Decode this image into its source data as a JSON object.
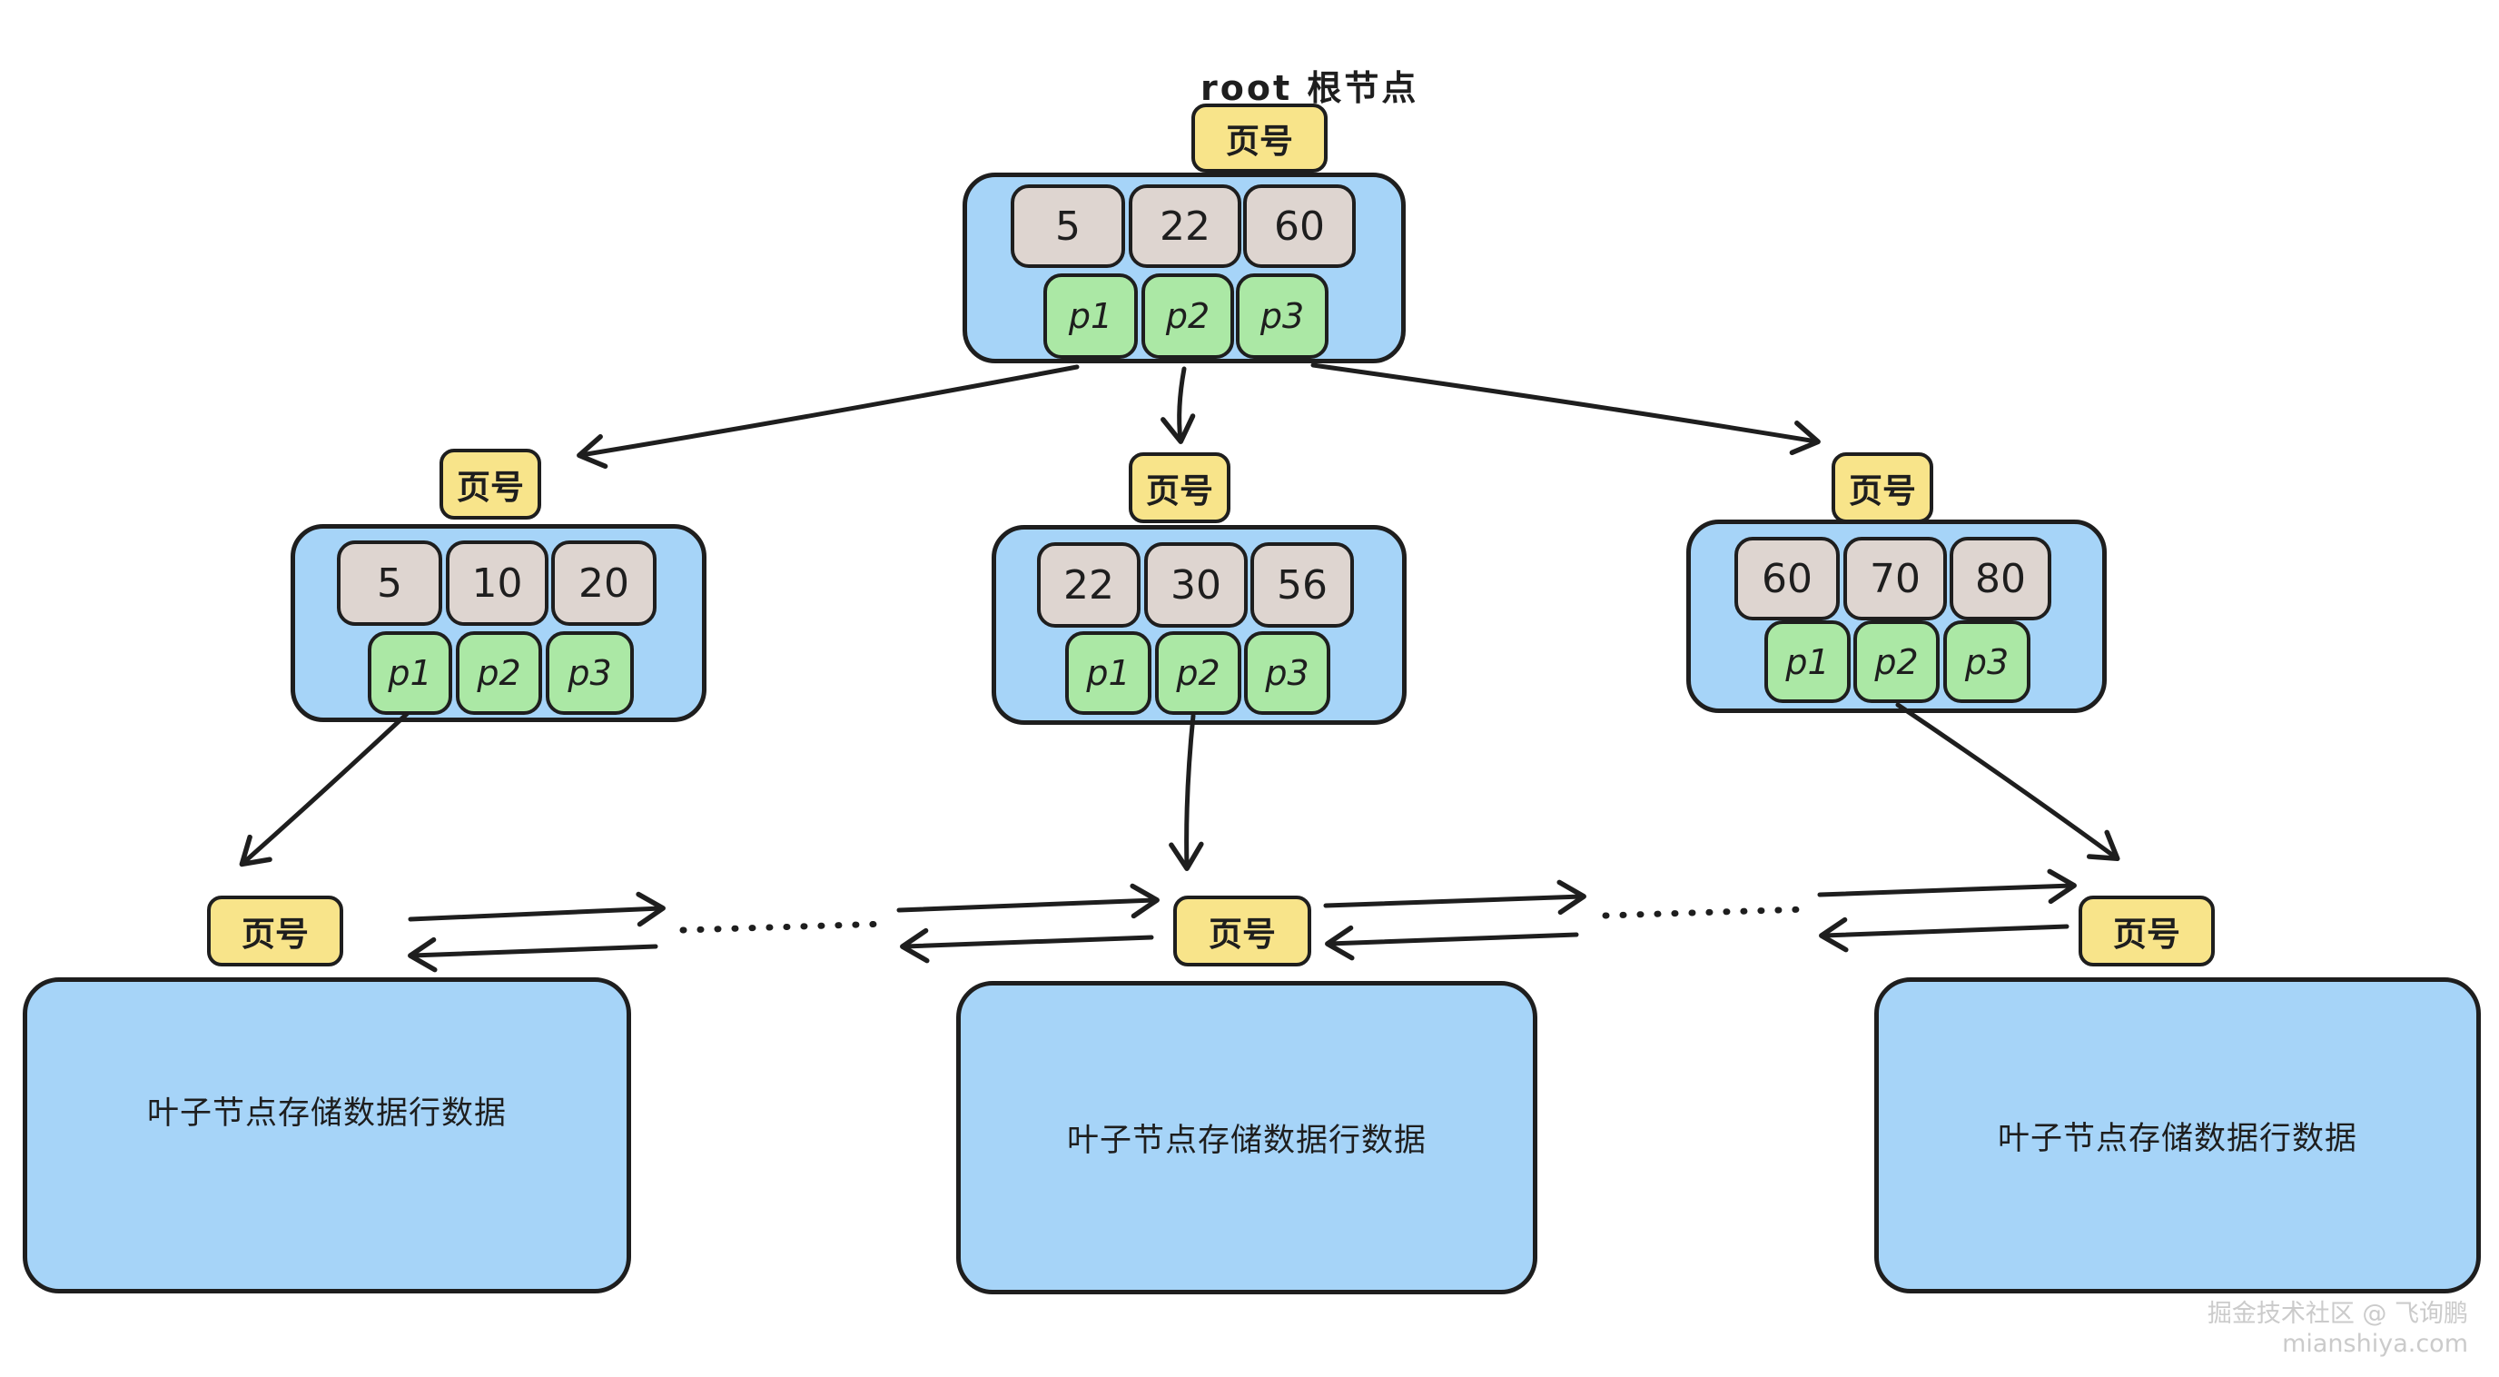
{
  "diagram": {
    "root_label": "root 根节点",
    "root": {
      "badge": "页号",
      "keys": [
        "5",
        "22",
        "60"
      ],
      "pointers": [
        "p1",
        "p2",
        "p3"
      ]
    },
    "internal_nodes": [
      {
        "badge": "页号",
        "keys": [
          "5",
          "10",
          "20"
        ],
        "pointers": [
          "p1",
          "p2",
          "p3"
        ]
      },
      {
        "badge": "页号",
        "keys": [
          "22",
          "30",
          "56"
        ],
        "pointers": [
          "p1",
          "p2",
          "p3"
        ]
      },
      {
        "badge": "页号",
        "keys": [
          "60",
          "70",
          "80"
        ],
        "pointers": [
          "p1",
          "p2",
          "p3"
        ]
      }
    ],
    "leaf_nodes": [
      {
        "badge": "页号",
        "text": "叶子节点存储数据行数据"
      },
      {
        "badge": "页号",
        "text": "叶子节点存储数据行数据"
      },
      {
        "badge": "页号",
        "text": "叶子节点存储数据行数据"
      }
    ]
  },
  "watermark": {
    "line1": "掘金技术社区 @ 飞询鹏",
    "line2": "mianshiya.com"
  },
  "colors": {
    "node_fill": "#a6d4f8",
    "badge_fill": "#f8e48a",
    "key_fill": "#ded5d0",
    "ptr_fill": "#abe8a5",
    "stroke": "#1e1e1e",
    "background": "#ffffff",
    "watermark": "#cbcbcb"
  }
}
